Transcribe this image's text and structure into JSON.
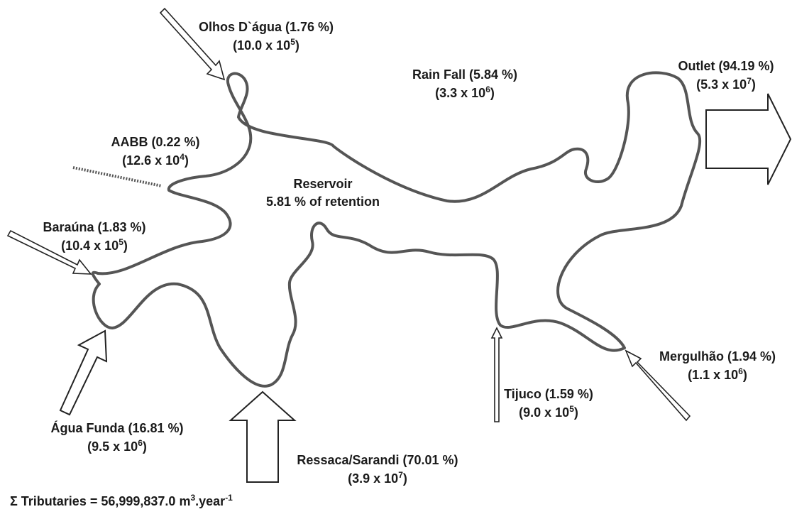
{
  "reservoir": {
    "title": "Reservoir",
    "retention": "5.81 % of retention"
  },
  "inputs": {
    "olhos_dagua": {
      "name": "Olhos D`água (1.76 %)",
      "base": "(10.0 x 10",
      "exp": "5",
      "close": ")"
    },
    "rain_fall": {
      "name": "Rain Fall (5.84 %)",
      "base": "(3.3 x 10",
      "exp": "6",
      "close": ")"
    },
    "aabb": {
      "name": "AABB (0.22 %)",
      "base": "(12.6 x 10",
      "exp": "4",
      "close": ")"
    },
    "barauna": {
      "name": "Baraúna (1.83 %)",
      "base": "(10.4 x 10",
      "exp": "5",
      "close": ")"
    },
    "agua_funda": {
      "name": "Água Funda (16.81 %)",
      "base": "(9.5 x 10",
      "exp": "6",
      "close": ")"
    },
    "ressaca_sarandi": {
      "name": "Ressaca/Sarandi (70.01 %)",
      "base": "(3.9 x 10",
      "exp": "7",
      "close": ")"
    },
    "tijuco": {
      "name": "Tijuco (1.59 %)",
      "base": "(9.0 x 10",
      "exp": "5",
      "close": ")"
    },
    "mergulhao": {
      "name": "Mergulhão (1.94 %)",
      "base": "(1.1 x 10",
      "exp": "6",
      "close": ")"
    }
  },
  "outlet": {
    "name": "Outlet (94.19 %)",
    "base": "(5.3 x 10",
    "exp": "7",
    "close": ")"
  },
  "total": {
    "prefix": "Σ Tributaries = 56,999,837.0 m",
    "exp1": "3",
    "mid": ".year",
    "exp2": "-1"
  },
  "colors": {
    "outline": "#555555",
    "text": "#1a1a1a",
    "arrow_stroke": "#222222",
    "arrow_fill": "#ffffff"
  }
}
